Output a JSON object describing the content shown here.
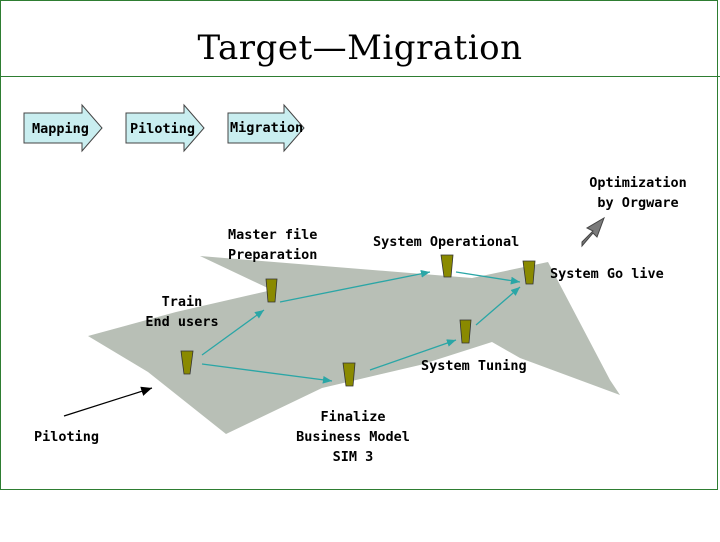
{
  "title": "Target—Migration",
  "phases": [
    "Mapping",
    "Piloting",
    "Migration"
  ],
  "milestones": {
    "train": [
      "Train",
      "End users"
    ],
    "master_file": [
      "Master file",
      "Preparation"
    ],
    "system_operational": "System Operational",
    "system_go_live": "System Go live",
    "system_tuning": "System Tuning",
    "finalize": [
      "Finalize",
      "Business Model",
      "SIM 3"
    ]
  },
  "optimization": [
    "Optimization",
    "by Orgware"
  ],
  "piloting_pointer": "Piloting",
  "colors": {
    "frame": "#2e7d32",
    "plane": "#b8bfb6",
    "arrow_fill": "#c9eef0",
    "connector": "#2aa6a6",
    "marker": "#8a8a00"
  }
}
